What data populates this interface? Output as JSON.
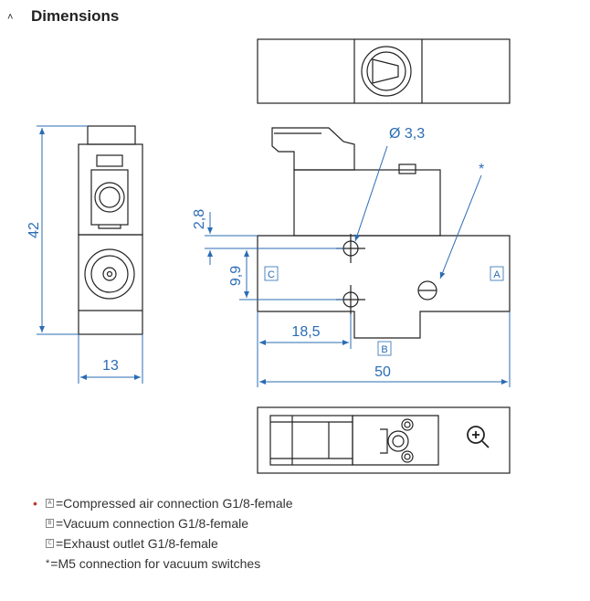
{
  "header": {
    "title": "Dimensions",
    "chevron_icon": "chevron-up-icon"
  },
  "drawing": {
    "dimensions": {
      "height": "42",
      "width_side": "13",
      "hole_diameter": "Ø 3,3",
      "offset_top": "2,8",
      "spacing": "9,9",
      "offset_left": "18,5",
      "length": "50"
    },
    "port_labels": {
      "a": "A",
      "b": "B",
      "c": "C"
    },
    "vacuum_switch_marker": "*"
  },
  "zoom": {
    "icon": "zoom-in-icon"
  },
  "legend": [
    {
      "tag": "A",
      "text": "=Compressed air connection G1/8-female"
    },
    {
      "tag": "B",
      "text": "=Vacuum connection G1/8-female"
    },
    {
      "tag": "C",
      "text": "=Exhaust outlet G1/8-female"
    },
    {
      "tag": "*",
      "text": "=M5 connection for vacuum switches"
    }
  ],
  "colors": {
    "dimension_line": "#2a6cb3",
    "outline": "#222222",
    "bullet": "#c0392b"
  }
}
